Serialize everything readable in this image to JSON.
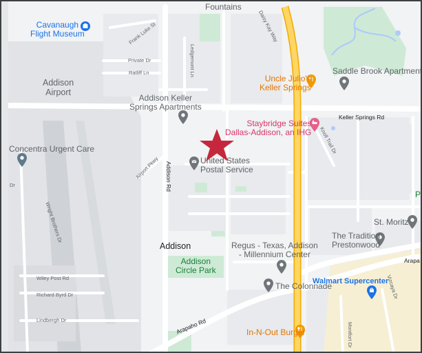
{
  "map": {
    "colors": {
      "base": "#f1f3f4",
      "block": "#e8eaed",
      "road": "#ffffff",
      "highway": "#fdd663",
      "highway_edge": "#f2a900",
      "park": "#ceead6",
      "airport": "#e1e3e6",
      "runway": "#cfd2d6",
      "water": "#aecbfa",
      "border": "#3c4043",
      "star": "#c5283d",
      "pin_grey": "#70757a",
      "pin_orange": "#f29900",
      "pin_blue": "#1a73e8",
      "pin_pink": "#e8608a"
    },
    "marker": {
      "icon": "star-marker-icon"
    },
    "places": {
      "cavanaugh": "Cavanaugh\nFlight Museum",
      "addison_airport": "Addison\nAirport",
      "addison_keller": "Addison Keller\nSprings Apartments",
      "concentra": "Concentra Urgent Care",
      "usps": "United States\nPostal Service",
      "uncle_julios": "Uncle Julio's\nKeller Springs",
      "saddle_brook": "Saddle Brook Apartments",
      "staybridge": "Staybridge Suites\nDallas-Addison, an IHG",
      "st_moritz": "St. Moritz",
      "tradition": "The Tradition\nPrestonwood",
      "regus": "Regus - Texas, Addison\n- Millennium Center",
      "addison_circle": "Addison\nCircle Park",
      "addison_city": "Addison",
      "walmart": "Walmart Supercenter",
      "colonnade": "The Colonnade",
      "innout": "In-N-Out Burger",
      "fountains": "Fountains",
      "pr_partial": "Pr",
      "arapa_partial": "Arapa"
    },
    "streets": {
      "frank_luke": "Frank Luke St",
      "private": "Private Dr",
      "ratliff": "Ratliff Ln",
      "ledgemont": "Ledgemont Ln",
      "daisy_kay": "Daisy Kay Way",
      "keller_springs": "Keller Springs Rd",
      "knoll_trail": "Knoll Trail Dr",
      "airport_pkwy": "Airport Pkwy",
      "addison_rd": "Addison Rd",
      "wright_brothers": "Wright Brothers Dr",
      "wiley_post": "Wiley Post Rd",
      "richard_byrd": "Richard Byrd Dr",
      "lindbergh": "Lindbergh Dr",
      "arapaho": "Arapaho Rd",
      "montfort": "Montfort Dr",
      "vizcaya": "Vizcaya Dr",
      "dr_partial": "Dr"
    }
  }
}
